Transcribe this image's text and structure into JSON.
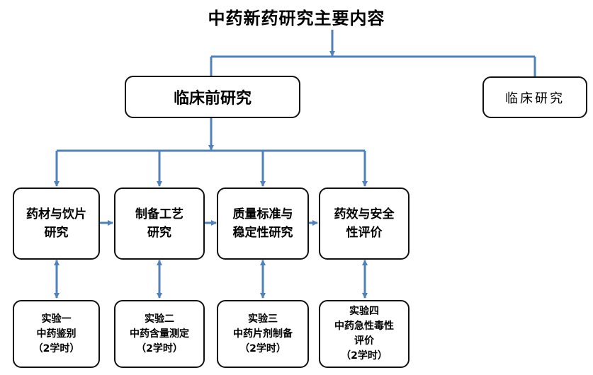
{
  "title": "中药新药研究主要内容",
  "preclinical": "临床前研究",
  "clinical": "临床研究",
  "modules": [
    "药材与饮片\n研究",
    "制备工艺\n研究",
    "质量标准与\n稳定性研究",
    "药效与安全\n性评价"
  ],
  "experiments": [
    "实验一\n中药鉴别\n（2学时）",
    "实验二\n中药含量测定\n（2学时）",
    "实验三\n中药片剂制备\n（2学时）",
    "实验四\n中药急性毒性\n评价\n（2学时）"
  ],
  "colors": {
    "connector": "#4f81bd",
    "border": "#111111"
  }
}
